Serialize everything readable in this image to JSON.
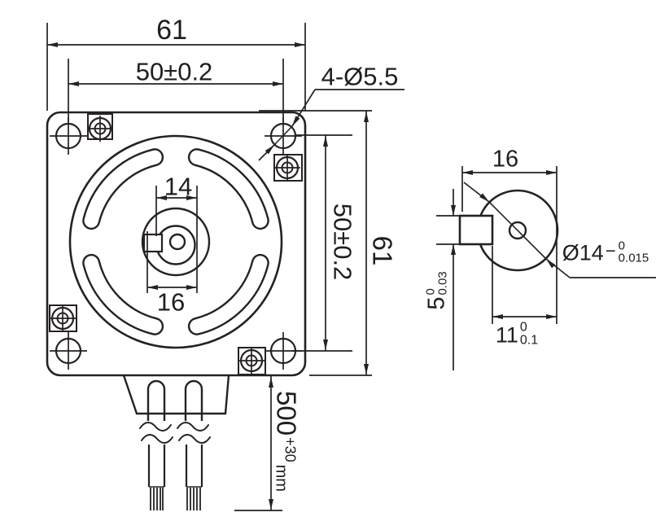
{
  "front_view": {
    "width_top": "61",
    "hole_spacing_top": "50±0.2",
    "mounting_holes": "4-Ø5.5",
    "shaft_dia": "14",
    "pilot_dia": "16",
    "hole_spacing_side": "50±0.2",
    "height_side": "61",
    "cable_length": {
      "value": "500",
      "tol_upper": "+30",
      "unit": "mm"
    }
  },
  "side_view": {
    "shaft_length": "16",
    "flat_depth": {
      "value": "5",
      "tol_upper": "0",
      "tol_lower": "0.03"
    },
    "shaft_diameter": {
      "value": "Ø14",
      "sign": "−",
      "tol_upper": "0",
      "tol_lower": "0.015"
    },
    "flat_length": {
      "value": "11",
      "tol_upper": "0",
      "tol_lower": "0.1"
    }
  },
  "colors": {
    "ink": "#262122"
  }
}
